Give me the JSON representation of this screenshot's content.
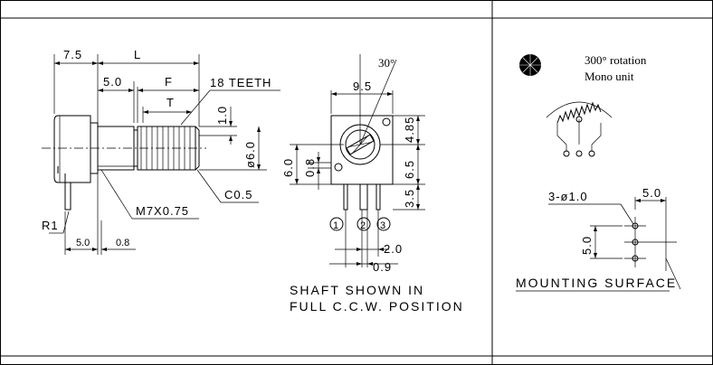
{
  "side_view": {
    "dim_7_5": "7.5",
    "dim_L": "L",
    "dim_5_0": "5.0",
    "dim_F": "F",
    "dim_T": "T",
    "teeth": "18 TEETH",
    "dim_1_0": "1.0",
    "dim_dia_6_0": "ø6.0",
    "thread": "M7X0.75",
    "chamfer": "C0.5",
    "r1": "R1",
    "bot_5_0": "5.0",
    "bot_0_8": "0.8"
  },
  "front_view": {
    "angle": "30°",
    "dim_9_5": "9.5",
    "dim_4_85": "4.85",
    "dim_6_5": "6.5",
    "dim_3_5": "3.5",
    "dim_6_0": "6.0",
    "dim_0_8": "0.8",
    "pin_1": "1",
    "pin_2": "2",
    "pin_3": "3",
    "dim_2_0": "2.0",
    "dim_0_9": "0.9",
    "note_line1": "SHAFT SHOWN IN",
    "note_line2": "FULL C.C.W. POSITION"
  },
  "right_panel": {
    "rotation": "300° rotation",
    "unit": "Mono unit",
    "holes": "3-ø1.0",
    "dim_5_0_h": "5.0",
    "dim_5_0_v": "5.0",
    "mounting": "MOUNTING SURFACE"
  }
}
